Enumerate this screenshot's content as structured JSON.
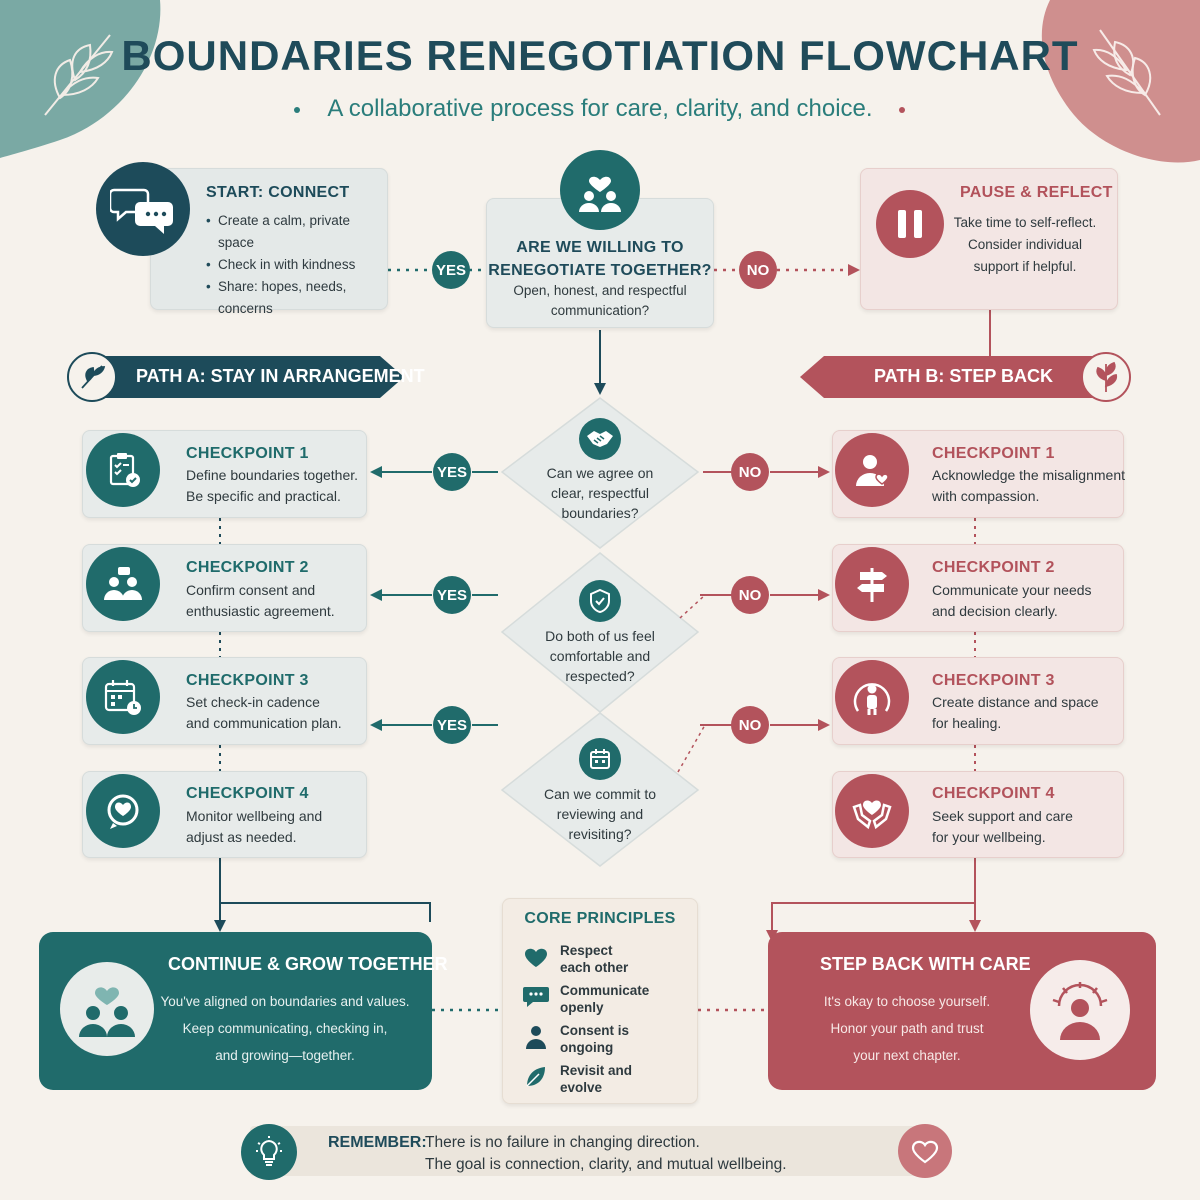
{
  "header": {
    "title": "BOUNDARIES RENEGOTIATION FLOWCHART",
    "subtitle": "A collaborative process for care, clarity, and choice."
  },
  "start": {
    "heading": "START: CONNECT",
    "bullets": [
      "Create a calm, private space",
      "Check in with kindness",
      "Share: hopes, needs, concerns"
    ]
  },
  "decision": {
    "heading_line1": "ARE WE WILLING TO",
    "heading_line2": "RENEGOTIATE TOGETHER?",
    "body_line1": "Open, honest, and respectful",
    "body_line2": "communication?"
  },
  "pause": {
    "heading": "PAUSE & REFLECT",
    "body_line1": "Take time to self-reflect.",
    "body_line2": "Consider individual",
    "body_line3": "support if helpful."
  },
  "labels": {
    "yes": "YES",
    "no": "NO"
  },
  "path_a": {
    "label": "PATH A: STAY IN ARRANGEMENT"
  },
  "path_b": {
    "label": "PATH B: STEP BACK"
  },
  "questions": [
    {
      "l1": "Can we agree on",
      "l2": "clear, respectful",
      "l3": "boundaries?"
    },
    {
      "l1": "Do both of us feel",
      "l2": "comfortable and",
      "l3": "respected?"
    },
    {
      "l1": "Can we commit to",
      "l2": "reviewing and",
      "l3": "revisiting?"
    }
  ],
  "checkpoints_a": [
    {
      "title": "CHECKPOINT 1",
      "l1": "Define boundaries together.",
      "l2": "Be specific and practical."
    },
    {
      "title": "CHECKPOINT 2",
      "l1": "Confirm consent and",
      "l2": "enthusiastic agreement."
    },
    {
      "title": "CHECKPOINT 3",
      "l1": "Set check-in cadence",
      "l2": "and communication plan."
    },
    {
      "title": "CHECKPOINT 4",
      "l1": "Monitor wellbeing and",
      "l2": "adjust as needed."
    }
  ],
  "checkpoints_b": [
    {
      "title": "CHECKPOINT 1",
      "l1": "Acknowledge the misalignment",
      "l2": "with compassion."
    },
    {
      "title": "CHECKPOINT 2",
      "l1": "Communicate your needs",
      "l2": "and decision clearly."
    },
    {
      "title": "CHECKPOINT 3",
      "l1": "Create distance and space",
      "l2": "for healing."
    },
    {
      "title": "CHECKPOINT 4",
      "l1": "Seek support and care",
      "l2": "for your wellbeing."
    }
  ],
  "continue": {
    "heading": "CONTINUE & GROW TOGETHER",
    "l1": "You've aligned on boundaries and values.",
    "l2": "Keep communicating, checking in,",
    "l3": "and growing—together."
  },
  "stepback": {
    "heading": "STEP BACK WITH CARE",
    "l1": "It's okay to choose yourself.",
    "l2": "Honor your path and trust",
    "l3": "your next chapter."
  },
  "principles": {
    "heading": "CORE PRINCIPLES",
    "items": [
      {
        "l1": "Respect",
        "l2": "each other"
      },
      {
        "l1": "Communicate",
        "l2": "openly"
      },
      {
        "l1": "Consent is",
        "l2": "ongoing"
      },
      {
        "l1": "Revisit and",
        "l2": "evolve"
      }
    ]
  },
  "remember": {
    "label": "REMEMBER:",
    "l1": "There is no failure in changing direction.",
    "l2": "The goal is connection, clarity, and mutual wellbeing."
  },
  "colors": {
    "teal": "#206b6b",
    "navy": "#1d4b5a",
    "rose": "#b3535c",
    "background": "#f6f2ec"
  }
}
